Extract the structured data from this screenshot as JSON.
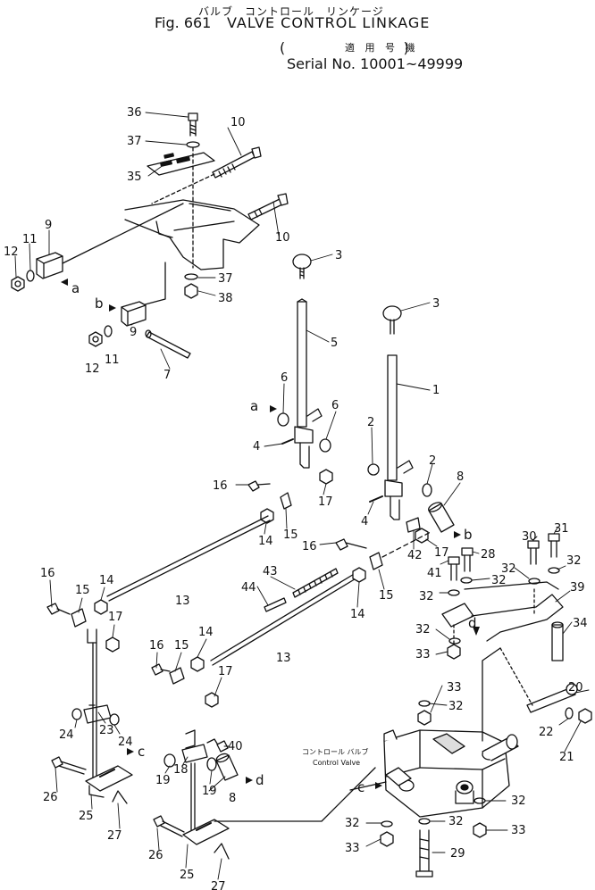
{
  "header": {
    "jp_title": "バルブ　コントロール　リンケージ",
    "fig_no": "Fig. 661",
    "title": "VALVE CONTROL LINKAGE",
    "jp_applicable": "適 用 号 機",
    "serial": "Serial No. 10001~49999"
  },
  "callouts": {
    "c36": "36",
    "c37a": "37",
    "c10a": "10",
    "c35": "35",
    "c10b": "10",
    "c9a": "9",
    "c12a": "12",
    "c11a": "11",
    "la1": "a",
    "c37b": "37",
    "c38": "38",
    "c3a": "3",
    "c3b": "3",
    "lb1": "b",
    "c9b": "9",
    "c12b": "12",
    "c11b": "11",
    "c7": "7",
    "c5": "5",
    "c1": "1",
    "c6a": "6",
    "la2": "a",
    "c6b": "6",
    "c2a": "2",
    "c4a": "4",
    "c17a": "17",
    "c16a": "16",
    "c14a": "14",
    "c15a": "15",
    "c2b": "2",
    "c8a": "8",
    "c4b": "4",
    "lb2": "b",
    "c17b": "17",
    "c42": "42",
    "c16b": "16",
    "c43": "43",
    "c44": "44",
    "c15b": "15",
    "c14b": "14",
    "c30": "30",
    "c31": "31",
    "c28": "28",
    "c41": "41",
    "c32a": "32",
    "c32b": "32",
    "c32c": "32",
    "c32d": "32",
    "c39": "39",
    "c32e": "32",
    "c33a": "33",
    "ld1": "d",
    "c34": "34",
    "c16c": "16",
    "c15c": "15",
    "c14c": "14",
    "c13a": "13",
    "c17c": "17",
    "c16d": "16",
    "c15d": "15",
    "c14d": "14",
    "c13b": "13",
    "c17d": "17",
    "c24a": "24",
    "c23": "23",
    "c24b": "24",
    "c19a": "19",
    "c40": "40",
    "c18": "18",
    "c19b": "19",
    "c8b": "8",
    "ld2": "d",
    "c33b": "33",
    "c32f": "32",
    "c20": "20",
    "c22": "22",
    "c21": "21",
    "c26a": "26",
    "lc1": "c",
    "c25a": "25",
    "c27a": "27",
    "lc2": "c",
    "c32g": "32",
    "c32h": "32",
    "c33c": "33",
    "c33d": "33",
    "c26b": "26",
    "c25b": "25",
    "c27b": "27",
    "c29": "29"
  },
  "valve_label": {
    "jp": "コントロール バルブ",
    "en": "Control Valve"
  }
}
